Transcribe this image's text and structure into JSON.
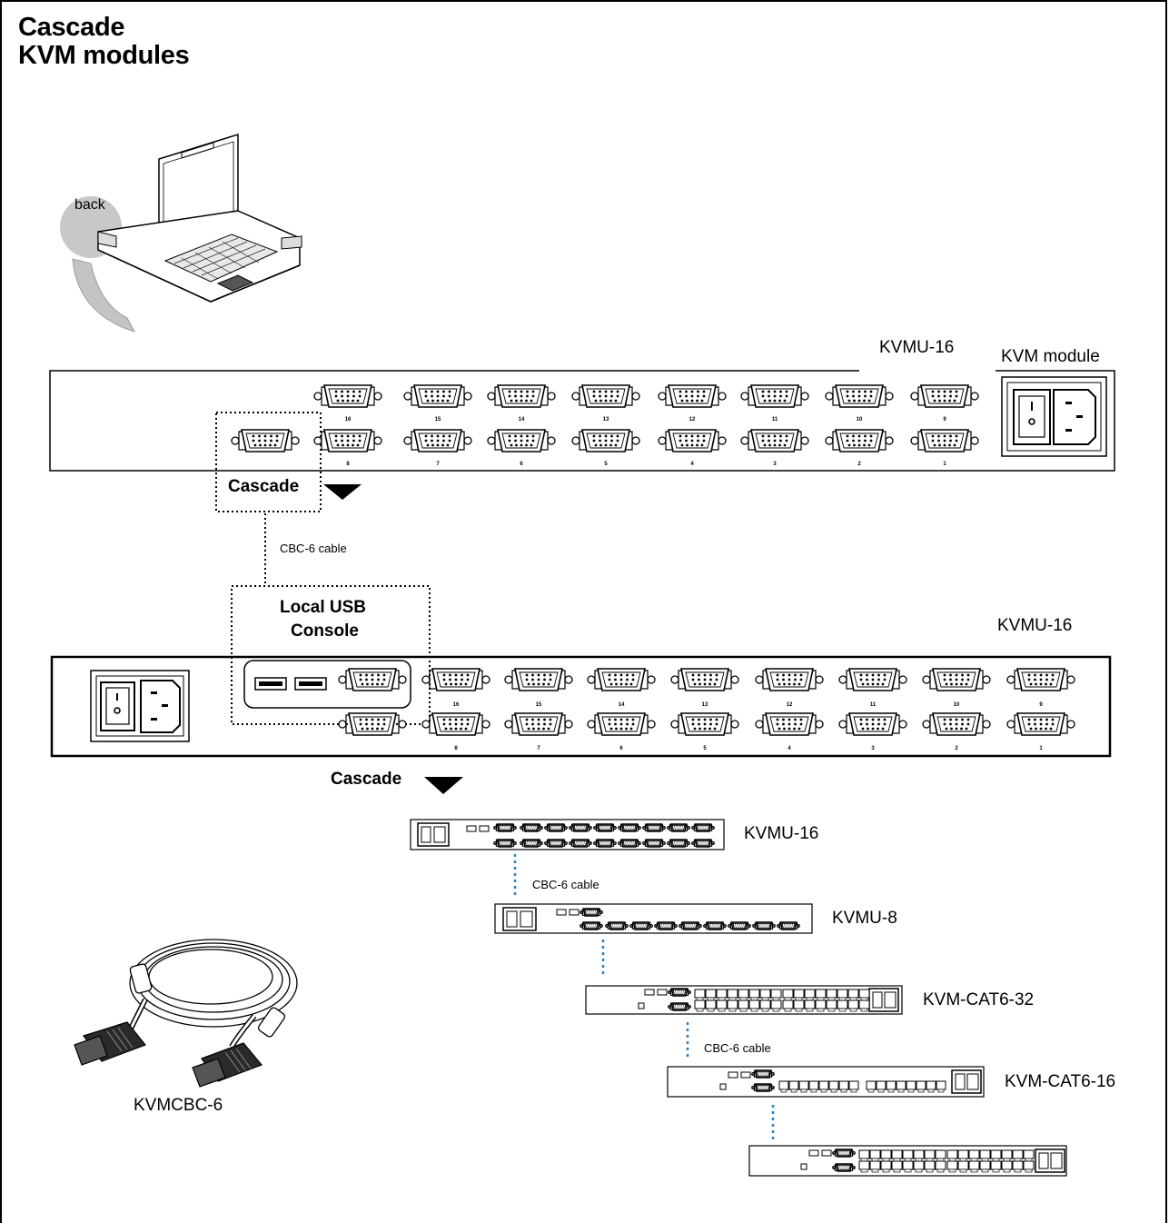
{
  "title": {
    "line1": "Cascade",
    "line2": "KVM modules"
  },
  "console": {
    "back_label": "back"
  },
  "top_unit": {
    "model_label": "KVMU-16",
    "module_label": "KVM module",
    "cascade_label": "Cascade",
    "port_numbers_top": [
      "16",
      "15",
      "14",
      "13",
      "12",
      "11",
      "10",
      "9"
    ],
    "port_numbers_bottom": [
      "8",
      "7",
      "6",
      "5",
      "4",
      "3",
      "2",
      "1"
    ]
  },
  "cable_link_1": {
    "label": "CBC-6 cable"
  },
  "second_unit": {
    "local_console_line1": "Local USB",
    "local_console_line2": "Console",
    "model_label": "KVMU-16",
    "cascade_label": "Cascade",
    "port_numbers_top": [
      "16",
      "15",
      "14",
      "13",
      "12",
      "11",
      "10",
      "9"
    ],
    "port_numbers_bottom": [
      "8",
      "7",
      "6",
      "5",
      "4",
      "3",
      "2",
      "1"
    ]
  },
  "chain": {
    "units": [
      {
        "label": "KVMU-16",
        "kind": "vga16"
      },
      {
        "label": "KVMU-8",
        "kind": "vga8"
      },
      {
        "label": "KVM-CAT6-32",
        "kind": "cat32"
      },
      {
        "label": "KVM-CAT6-16",
        "kind": "cat16"
      },
      {
        "label": "",
        "kind": "cat32"
      }
    ],
    "cable_labels": [
      "CBC-6 cable",
      "CBC-6 cable"
    ]
  },
  "cable_product": {
    "label": "KVMCBC-6"
  },
  "colors": {
    "ink": "#000000",
    "link_dots": "#2a7fc0",
    "shade": "#bdbdbd"
  }
}
